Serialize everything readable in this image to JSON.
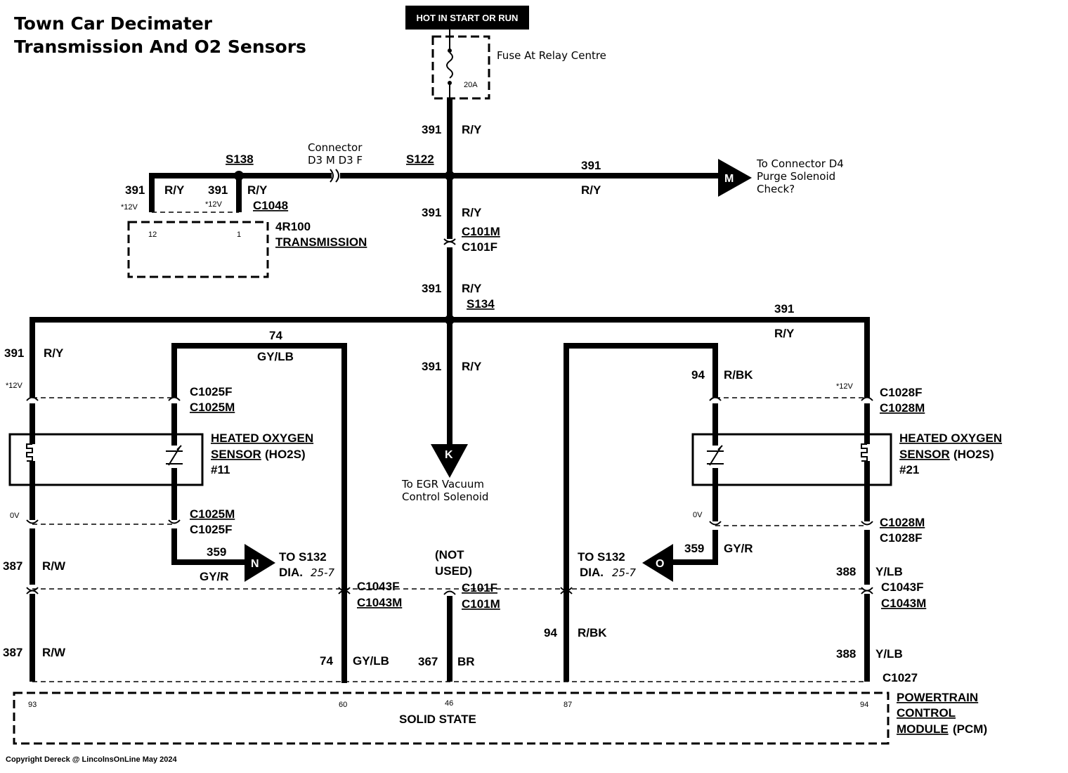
{
  "title": {
    "line1": "Town Car Decimater",
    "line2": "Transmission And O2 Sensors"
  },
  "power": {
    "banner": "HOT IN START OR RUN",
    "fuse_label": "Fuse At Relay Centre",
    "fuse_rating": "20A"
  },
  "wires": {
    "w391": "391",
    "ry": "R/Y",
    "w74": "74",
    "gylb": "GY/LB",
    "w94": "94",
    "rbk": "R/BK",
    "w387": "387",
    "rw": "R/W",
    "w359": "359",
    "gyr": "GY/R",
    "w388": "388",
    "ylb": "Y/LB",
    "w367": "367",
    "br": "BR"
  },
  "splices": {
    "s138": "S138",
    "s122": "S122",
    "s134": "S134"
  },
  "connectors": {
    "c1048": "C1048",
    "d3_title": "Connector",
    "d3_pins": "D3 M  D3 F",
    "c101m": "C101M",
    "c101f": "C101F",
    "c1025f": "C1025F",
    "c1025m": "C1025M",
    "c1028f": "C1028F",
    "c1028m": "C1028M",
    "c1043f": "C1043F",
    "c1043m": "C1043M",
    "c1027": "C1027"
  },
  "voltages": {
    "v12": "*12V",
    "v0": "0V"
  },
  "transmission": {
    "name": "4R100",
    "label": "TRANSMISSION",
    "pin12": "12",
    "pin1": "1"
  },
  "destinations": {
    "m_letter": "M",
    "m_line1": "To Connector D4",
    "m_line2": "Purge Solenoid",
    "m_line3": "Check?",
    "k_letter": "K",
    "k_line1": "To EGR Vacuum",
    "k_line2": "Control Solenoid",
    "n_letter": "N",
    "o_letter": "O",
    "s132_line1": "TO S132",
    "s132_dia": "DIA.",
    "s132_ref": "25-7"
  },
  "sensors": {
    "left": {
      "line1": "HEATED OXYGEN",
      "line2a": "SENSOR",
      "line2b": "(HO2S)",
      "num": "#11"
    },
    "right": {
      "line1": "HEATED OXYGEN",
      "line2a": "SENSOR",
      "line2b": "(HO2S)",
      "num": "#21"
    }
  },
  "not_used": {
    "line1": "(NOT",
    "line2": "USED)"
  },
  "pcm": {
    "body": "SOLID STATE",
    "line1": "POWERTRAIN",
    "line2": "CONTROL",
    "line3a": "MODULE",
    "line3b": "(PCM)",
    "pins": [
      "93",
      "60",
      "46",
      "87",
      "94"
    ]
  },
  "copyright": "Copyright Dereck @ LincolnsOnLine May 2024"
}
